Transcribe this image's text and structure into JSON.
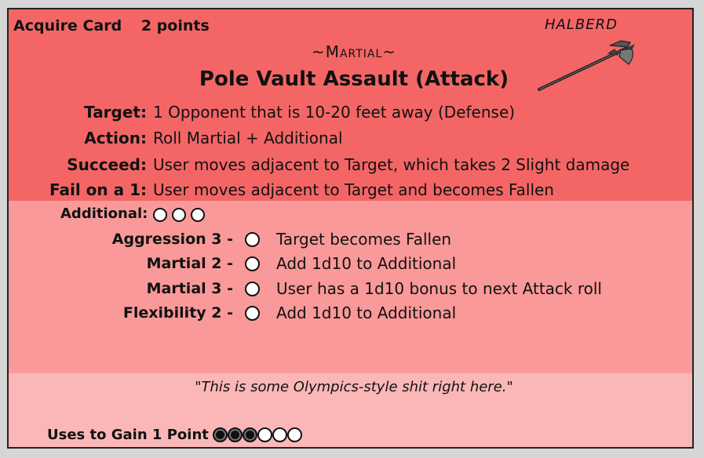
{
  "card": {
    "acquire_label": "Acquire Card",
    "points": "2 points",
    "weapon_type": "HALBERD",
    "category": "~Martial~",
    "title": "Pole Vault Assault (Attack)",
    "fields": [
      {
        "label": "Target:",
        "value": "1 Opponent that is 10-20 feet away (Defense)"
      },
      {
        "label": "Action:",
        "value": "Roll Martial + Additional"
      },
      {
        "label": "Succeed:",
        "value": "User moves adjacent to Target, which takes 2 Slight damage"
      },
      {
        "label": "Fail on a 1:",
        "value": "User moves adjacent to Target and becomes Fallen"
      }
    ],
    "additional_label": "Additional:",
    "additional_slots": 3,
    "options": [
      {
        "req": "Aggression 3 -",
        "effect": "Target becomes Fallen"
      },
      {
        "req": "Martial 2 -",
        "effect": "Add 1d10 to Additional"
      },
      {
        "req": "Martial 3 -",
        "effect": "User has a 1d10 bonus to next Attack roll"
      },
      {
        "req": "Flexibility 2 -",
        "effect": "Add 1d10 to Additional"
      }
    ],
    "quote": "\"This is some Olympics-style shit right here.\"",
    "uses_label": "Uses to Gain 1 Point",
    "uses_filled": 3,
    "uses_total": 6
  },
  "colors": {
    "top": "#f46666",
    "middle": "#fa9999",
    "bottom": "#fbb7b7"
  },
  "icons": {
    "weapon": "halberd-icon"
  }
}
